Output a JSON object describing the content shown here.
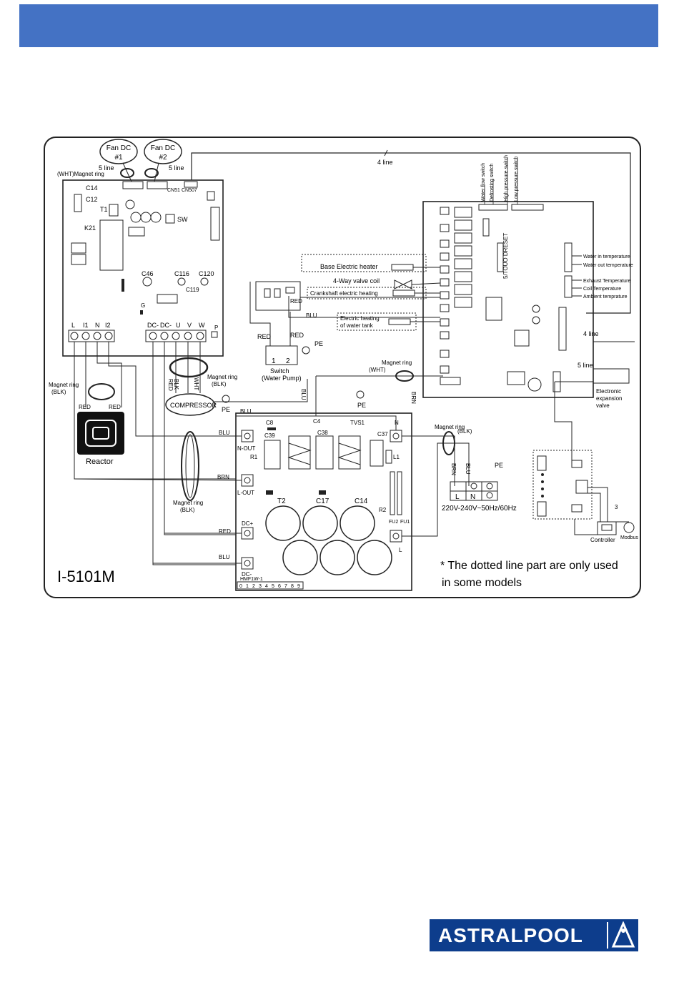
{
  "header": {
    "color": "#4472c4"
  },
  "diagram": {
    "model": "I-5101M",
    "note_line1": "* The dotted line part are only used",
    "note_line2": "in some models",
    "fans": [
      {
        "label_top": "Fan DC",
        "label_bottom": "#1"
      },
      {
        "label_top": "Fan DC",
        "label_bottom": "#2"
      }
    ],
    "five_line": "5 line",
    "four_line": "4 line",
    "wht_magnet_ring": "(WHT)Magnet ring",
    "magnet_ring": "Magnet ring",
    "blk": "(BLK)",
    "wht": "(WHT)",
    "pe": "PE",
    "reactor": "Reactor",
    "compressor": "COMPRESSOR",
    "switch_label": "Switch",
    "water_pump": "(Water Pump)",
    "left_board_labels": [
      "C14",
      "C12",
      "T1",
      "K21",
      "SW",
      "C46",
      "C116",
      "C120",
      "C119",
      "G",
      "P",
      "CN51",
      "CN507"
    ],
    "power_terminals": [
      "L",
      "I1",
      "N",
      "I2"
    ],
    "compressor_terminals": [
      "DC-",
      "DC-",
      "U",
      "V",
      "W"
    ],
    "wire_colors": {
      "red": "RED",
      "blu": "BLU",
      "brn": "BRN",
      "blk": "BLK",
      "wht": "WHT"
    },
    "main_board_loads": {
      "base_heater": "Base Electric heater",
      "valve_coil": "4-Way valve coil",
      "crankshaft": "Crankshaft electric heating",
      "water_tank_1": "Electric heating",
      "water_tank_2": "of water tank"
    },
    "main_board_code": "5/TOUO DRESET",
    "switches": [
      "Water flow switch",
      "Defrosting switch",
      "High pressure switch",
      "Low pressure switch"
    ],
    "sensors": [
      "Water in temperature",
      "Water out temperature",
      "Exhaust Temperature",
      "Coil Temperature",
      "Ambient temprature"
    ],
    "eev_1": "Electronic",
    "eev_2": "expansion",
    "eev_3": "valve",
    "filter_labels": [
      "N-OUT",
      "R1",
      "L-OUT",
      "DC+",
      "DC-",
      "C8",
      "C39",
      "C4",
      "C38",
      "TVS1",
      "C37",
      "N",
      "L",
      "L1",
      "T2",
      "C17",
      "C14",
      "R2",
      "FU2",
      "FU1",
      "HMF1W-1"
    ],
    "filter_bottom_numbers": [
      "0",
      "1",
      "2",
      "3",
      "4",
      "5",
      "6",
      "7",
      "8",
      "9"
    ],
    "supply_terminals": [
      "L",
      "N"
    ],
    "supply_voltage": "220V-240V~50Hz/60Hz",
    "controller": "Controller",
    "modbus": "Modbus",
    "num_three": "3",
    "switch_terminals": [
      "1",
      "2"
    ]
  },
  "logo": {
    "text": "ASTRALPOOL",
    "color": "#0d3d8c"
  }
}
